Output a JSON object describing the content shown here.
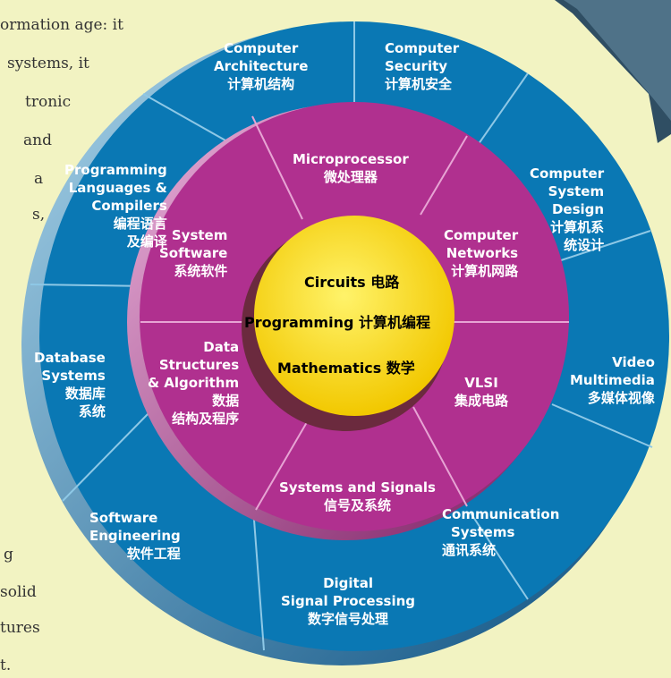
{
  "background_text": [
    "ormation age: it",
    "systems, it",
    "tronic",
    "and",
    "a",
    "s,",
    "g",
    "solid",
    "tures",
    "t."
  ],
  "center": [
    "Circuits 电路",
    "Programming 计算机编程",
    "Mathematics 数学"
  ],
  "inner_ring": {
    "microprocessor": [
      "Microprocessor",
      "微处理器"
    ],
    "system_software": [
      "System",
      "Software",
      "系统软件"
    ],
    "computer_networks": [
      "Computer",
      "Networks",
      "计算机网路"
    ],
    "data_structures": [
      "Data",
      "Structures",
      "& Algorithm",
      "数据",
      "结构及程序"
    ],
    "vlsi": [
      "VLSI",
      "集成电路"
    ],
    "systems_signals": [
      "Systems and Signals",
      "信号及系统"
    ]
  },
  "outer_ring": {
    "computer_architecture": [
      "Computer",
      "Architecture",
      "计算机结构"
    ],
    "computer_security": [
      "Computer",
      "Security",
      "计算机安全"
    ],
    "programming_languages": [
      "Programming",
      "Languages &",
      "Compilers",
      "编程语言",
      "及编译"
    ],
    "computer_system_design": [
      "Computer",
      "System",
      "Design",
      "计算机系",
      "统设计"
    ],
    "database_systems": [
      "Database",
      "Systems",
      "数据库",
      "系统"
    ],
    "video_multimedia": [
      "Video",
      "Multimedia",
      "多媒体视像"
    ],
    "software_engineering": [
      "Software",
      "Engineering",
      "软件工程"
    ],
    "communication_systems": [
      "Communication",
      "Systems",
      "通讯系统"
    ],
    "digital_signal_processing": [
      "Digital",
      "Signal Processing",
      "数字信号处理"
    ]
  },
  "colors": {
    "background": "#f2f3c2",
    "outer_ring": "#0a78b4",
    "inner_ring": "#b0308f",
    "center": "#ffe000",
    "divider": "#8ec8e6"
  }
}
